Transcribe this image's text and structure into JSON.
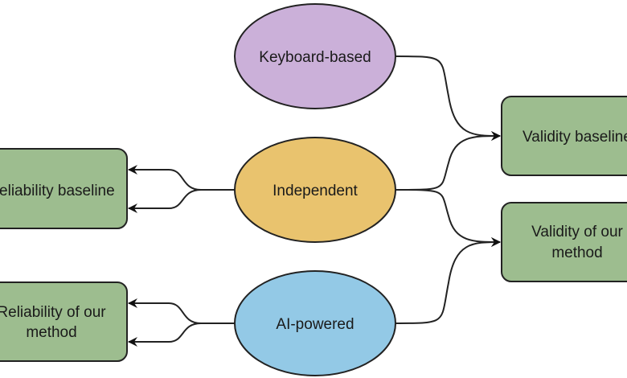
{
  "diagram": {
    "sources": [
      {
        "id": "keyboard",
        "label": "Keyboard-based",
        "color": "#cbb0d9"
      },
      {
        "id": "independent",
        "label": "Independent",
        "color": "#e9c36e"
      },
      {
        "id": "ai",
        "label": "AI-powered",
        "color": "#93c9e6"
      }
    ],
    "targets": [
      {
        "id": "rel_baseline",
        "lines": [
          "Reliability baseline"
        ],
        "color": "#9dbd8f"
      },
      {
        "id": "rel_ours",
        "lines": [
          "Reliability of our",
          "method"
        ],
        "color": "#9dbd8f"
      },
      {
        "id": "val_baseline",
        "lines": [
          "Validity baseline"
        ],
        "color": "#9dbd8f"
      },
      {
        "id": "val_ours",
        "lines": [
          "Validity of our",
          "method"
        ],
        "color": "#9dbd8f"
      }
    ],
    "edges": [
      {
        "from": "independent",
        "to": "rel_baseline",
        "count": 2
      },
      {
        "from": "ai",
        "to": "rel_ours",
        "count": 2
      },
      {
        "from": "keyboard",
        "to": "val_baseline",
        "count": 1
      },
      {
        "from": "independent",
        "to": "val_baseline",
        "count": 1
      },
      {
        "from": "independent",
        "to": "val_ours",
        "count": 1
      },
      {
        "from": "ai",
        "to": "val_ours",
        "count": 1
      }
    ],
    "stroke_color": "#222222"
  }
}
